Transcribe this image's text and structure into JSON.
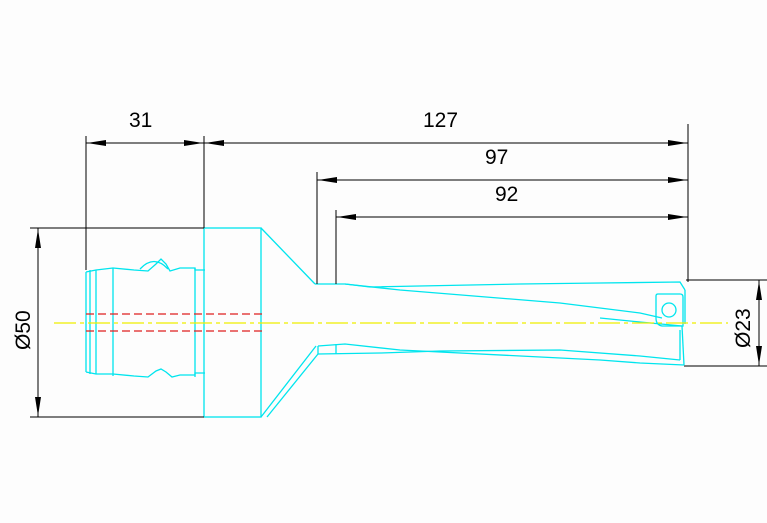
{
  "drawing": {
    "type": "technical-drawing",
    "subject": "indexable drill / boring tool side view",
    "colors": {
      "background": "#fdfdfd",
      "outline": "#00e5ee",
      "dimension": "#000000",
      "centerline": "#f0f000",
      "hidden": "#e02020"
    },
    "dimensions": {
      "shank_length": "31",
      "overall_length": "127",
      "flute_length_1": "97",
      "flute_length_2": "92",
      "shank_diameter": "Ø50",
      "drill_diameter": "Ø23"
    }
  }
}
